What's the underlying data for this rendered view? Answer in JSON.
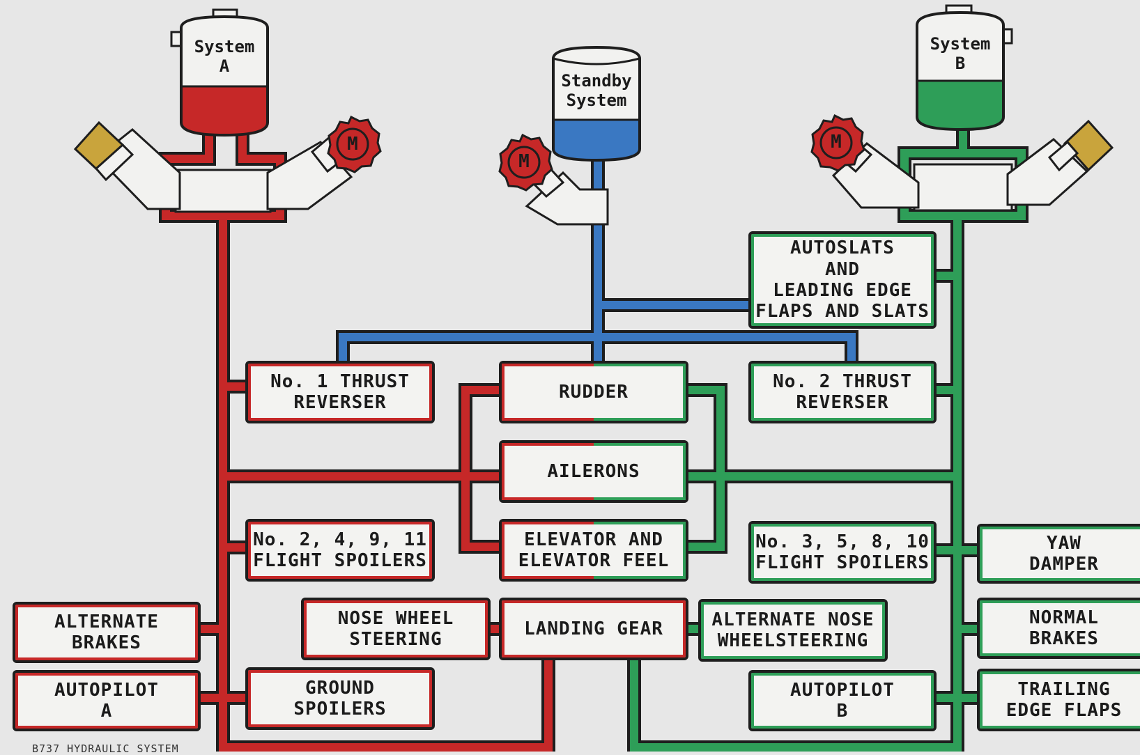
{
  "colors": {
    "system_a": "#c62828",
    "standby": "#3a78c2",
    "system_b": "#2e9e58",
    "outline": "#1e1e1e",
    "background": "#e7e7e7",
    "box_fill": "#f3f3f1",
    "valve_handle": "#c9a43c"
  },
  "reservoirs": {
    "system_a": "System\nA",
    "standby": "Standby\nSystem",
    "system_b": "System\nB"
  },
  "pump_motor_label": "M",
  "components": {
    "autoslats": "AUTOSLATS\nAND\nLEADING EDGE\nFLAPS AND SLATS",
    "thrust_reverser_1": "No. 1 THRUST\nREVERSER",
    "rudder": "RUDDER",
    "thrust_reverser_2": "No. 2 THRUST\nREVERSER",
    "ailerons": "AILERONS",
    "spoilers_a": "No. 2, 4, 9, 11\nFLIGHT SPOILERS",
    "elevator": "ELEVATOR AND\nELEVATOR FEEL",
    "spoilers_b": "No. 3, 5, 8, 10\nFLIGHT SPOILERS",
    "yaw_damper": "YAW\nDAMPER",
    "alternate_brakes": "ALTERNATE\nBRAKES",
    "nose_wheel_steering": "NOSE WHEEL\nSTEERING",
    "landing_gear": "LANDING GEAR",
    "alt_nose_wheel_steering": "ALTERNATE NOSE\nWHEELSTEERING",
    "normal_brakes": "NORMAL\nBRAKES",
    "autopilot_a": "AUTOPILOT\nA",
    "ground_spoilers": "GROUND\nSPOILERS",
    "autopilot_b": "AUTOPILOT\nB",
    "trailing_edge_flaps": "TRAILING\nEDGE FLAPS"
  },
  "footer": "B737 HYDRAULIC SYSTEM"
}
